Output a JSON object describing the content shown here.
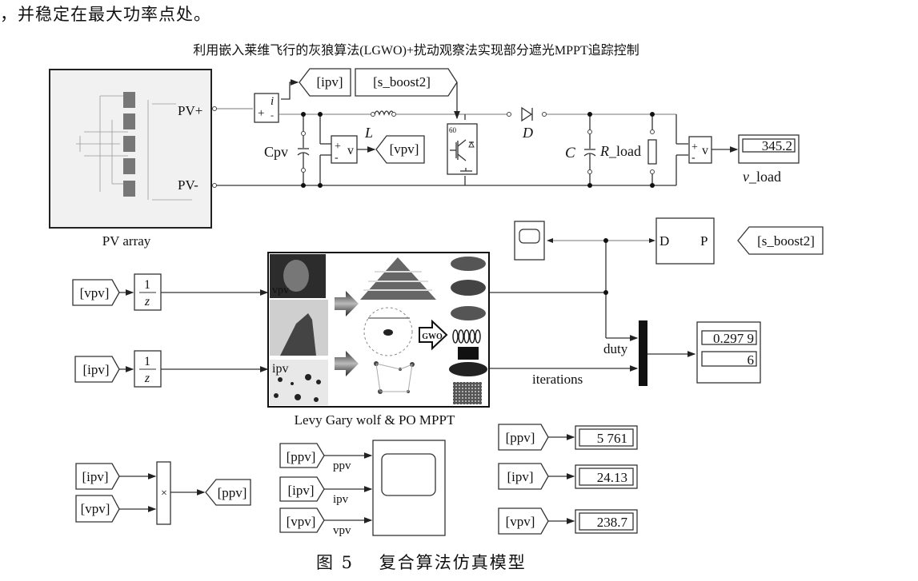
{
  "intro_text": "，并稳定在最大功率点处。",
  "figure": {
    "title": "利用嵌入莱维飞行的灰狼算法(LGWO)+扰动观察法实现部分遮光MPPT追踪控制",
    "caption": "图 5　 复合算法仿真模型"
  },
  "power_circuit": {
    "pv_array": {
      "label": "PV array",
      "port_plus": "PV+",
      "port_minus": "PV-"
    },
    "current_sensor": {
      "symbol": "i",
      "plus": "+",
      "minus": "-"
    },
    "voltage_sensor_pv": {
      "symbol": "v",
      "plus": "+",
      "minus": "-"
    },
    "capacitor_pv": "Cpv",
    "inductor": "L",
    "diode": "D",
    "capacitor_out": "C",
    "load_resistor": "R_load",
    "voltage_sensor_load": {
      "symbol": "v",
      "plus": "+",
      "minus": "-"
    },
    "goto_ipv": "[ipv]",
    "goto_vpv": "[vpv]",
    "from_s_boost2": "[s_boost2]",
    "display_v_load": {
      "value": "345.2",
      "label": "v_load"
    }
  },
  "control": {
    "from_vpv": "[vpv]",
    "from_ipv": "[ipv]",
    "delay_numerator": "1",
    "delay_denominator": "z",
    "mppt_block": {
      "label": "Levy Gary wolf & PO MPPT",
      "in1": "vpv",
      "in2": "ipv",
      "badge": "GWO",
      "out1": "duty",
      "out2": "iterations"
    },
    "pwm_block": {
      "in": "D",
      "out": "P"
    },
    "goto_s_boost2": "[s_boost2]",
    "mux_labels": {
      "duty": "duty",
      "iterations": "iterations"
    },
    "display_duty": {
      "values": [
        "0.297 9",
        "6"
      ]
    }
  },
  "measurements": {
    "product": {
      "in1": "[ipv]",
      "in2": "[vpv]",
      "symbol": "×",
      "out": "[ppv]"
    },
    "scope": {
      "inputs": [
        {
          "tag": "[ppv]",
          "signal": "ppv"
        },
        {
          "tag": "[ipv]",
          "signal": "ipv"
        },
        {
          "tag": "[vpv]",
          "signal": "vpv"
        }
      ]
    },
    "displays": [
      {
        "tag": "[ppv]",
        "value": "5 761"
      },
      {
        "tag": "[ipv]",
        "value": "24.13"
      },
      {
        "tag": "[vpv]",
        "value": "238.7"
      }
    ]
  }
}
